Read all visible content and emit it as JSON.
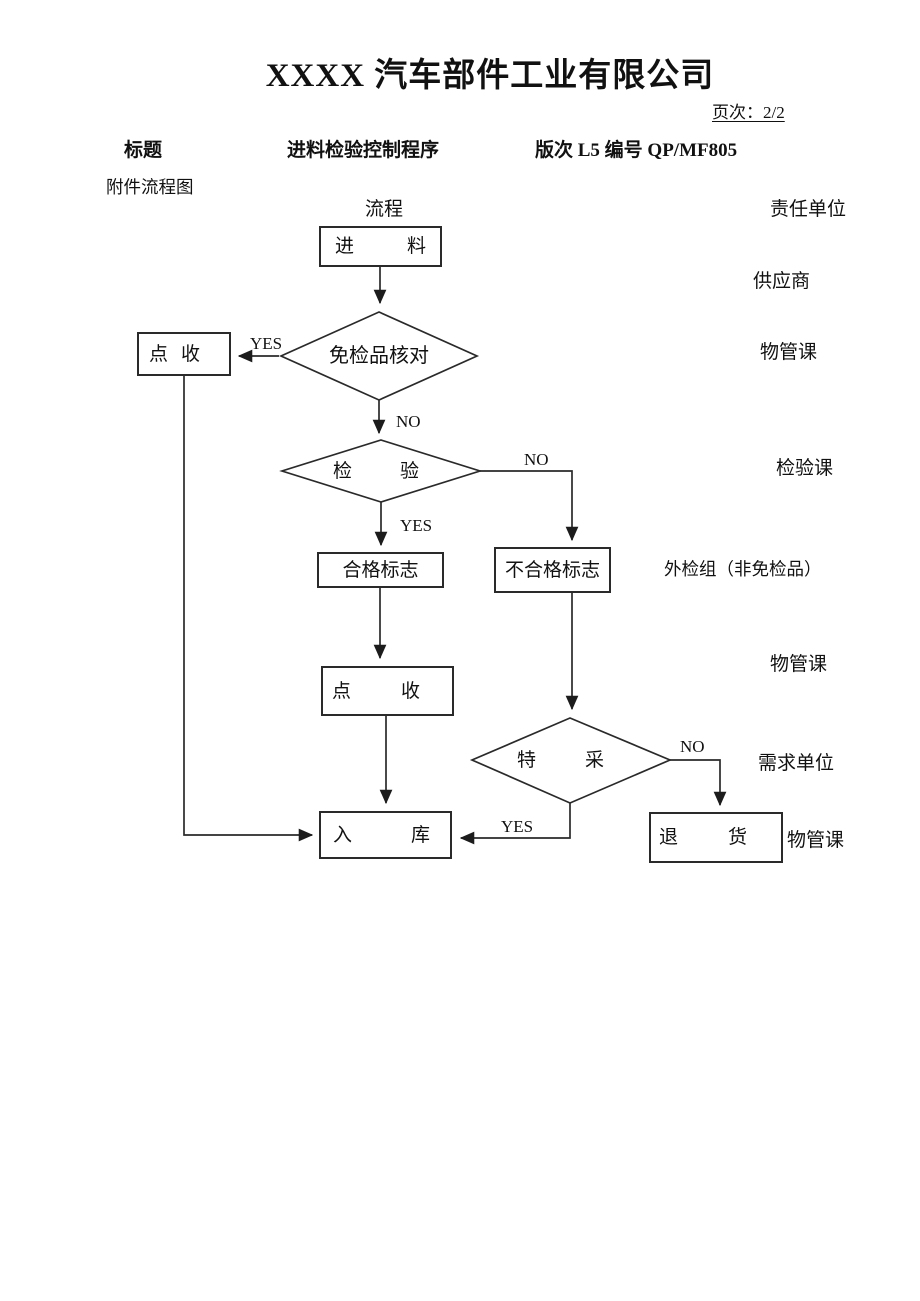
{
  "header": {
    "company_title": "XXXX 汽车部件工业有限公司",
    "page_label": "页次：2/2",
    "title_label": "标题",
    "doc_title": "进料检验控制程序",
    "version_info": "版次 L5 编号 QP/MF805",
    "attachment_label": "附件流程图"
  },
  "columns": {
    "process": "流程",
    "responsible": "责任单位"
  },
  "flowchart": {
    "nodes": {
      "incoming": "进料",
      "exempt_check": "免检品核对",
      "receive_left": "点收",
      "inspection": "检验",
      "qualified_mark": "合格标志",
      "unqualified_mark": "不合格标志",
      "receive_mid": "点收",
      "special_acceptance": "特采",
      "warehouse": "入库",
      "return_goods": "退货"
    },
    "edge_labels": {
      "exempt_yes": "YES",
      "exempt_no": "NO",
      "inspection_no": "NO",
      "inspection_yes": "YES",
      "special_no": "NO",
      "special_yes": "YES"
    },
    "responsibilities": {
      "supplier": "供应商",
      "material_mgmt_1": "物管课",
      "inspection_dept": "检验课",
      "external_inspection": "外检组（非免检品）",
      "material_mgmt_2": "物管课",
      "requesting_unit": "需求单位",
      "material_mgmt_3": "物管课"
    },
    "line_color": "#2a2a2a"
  }
}
